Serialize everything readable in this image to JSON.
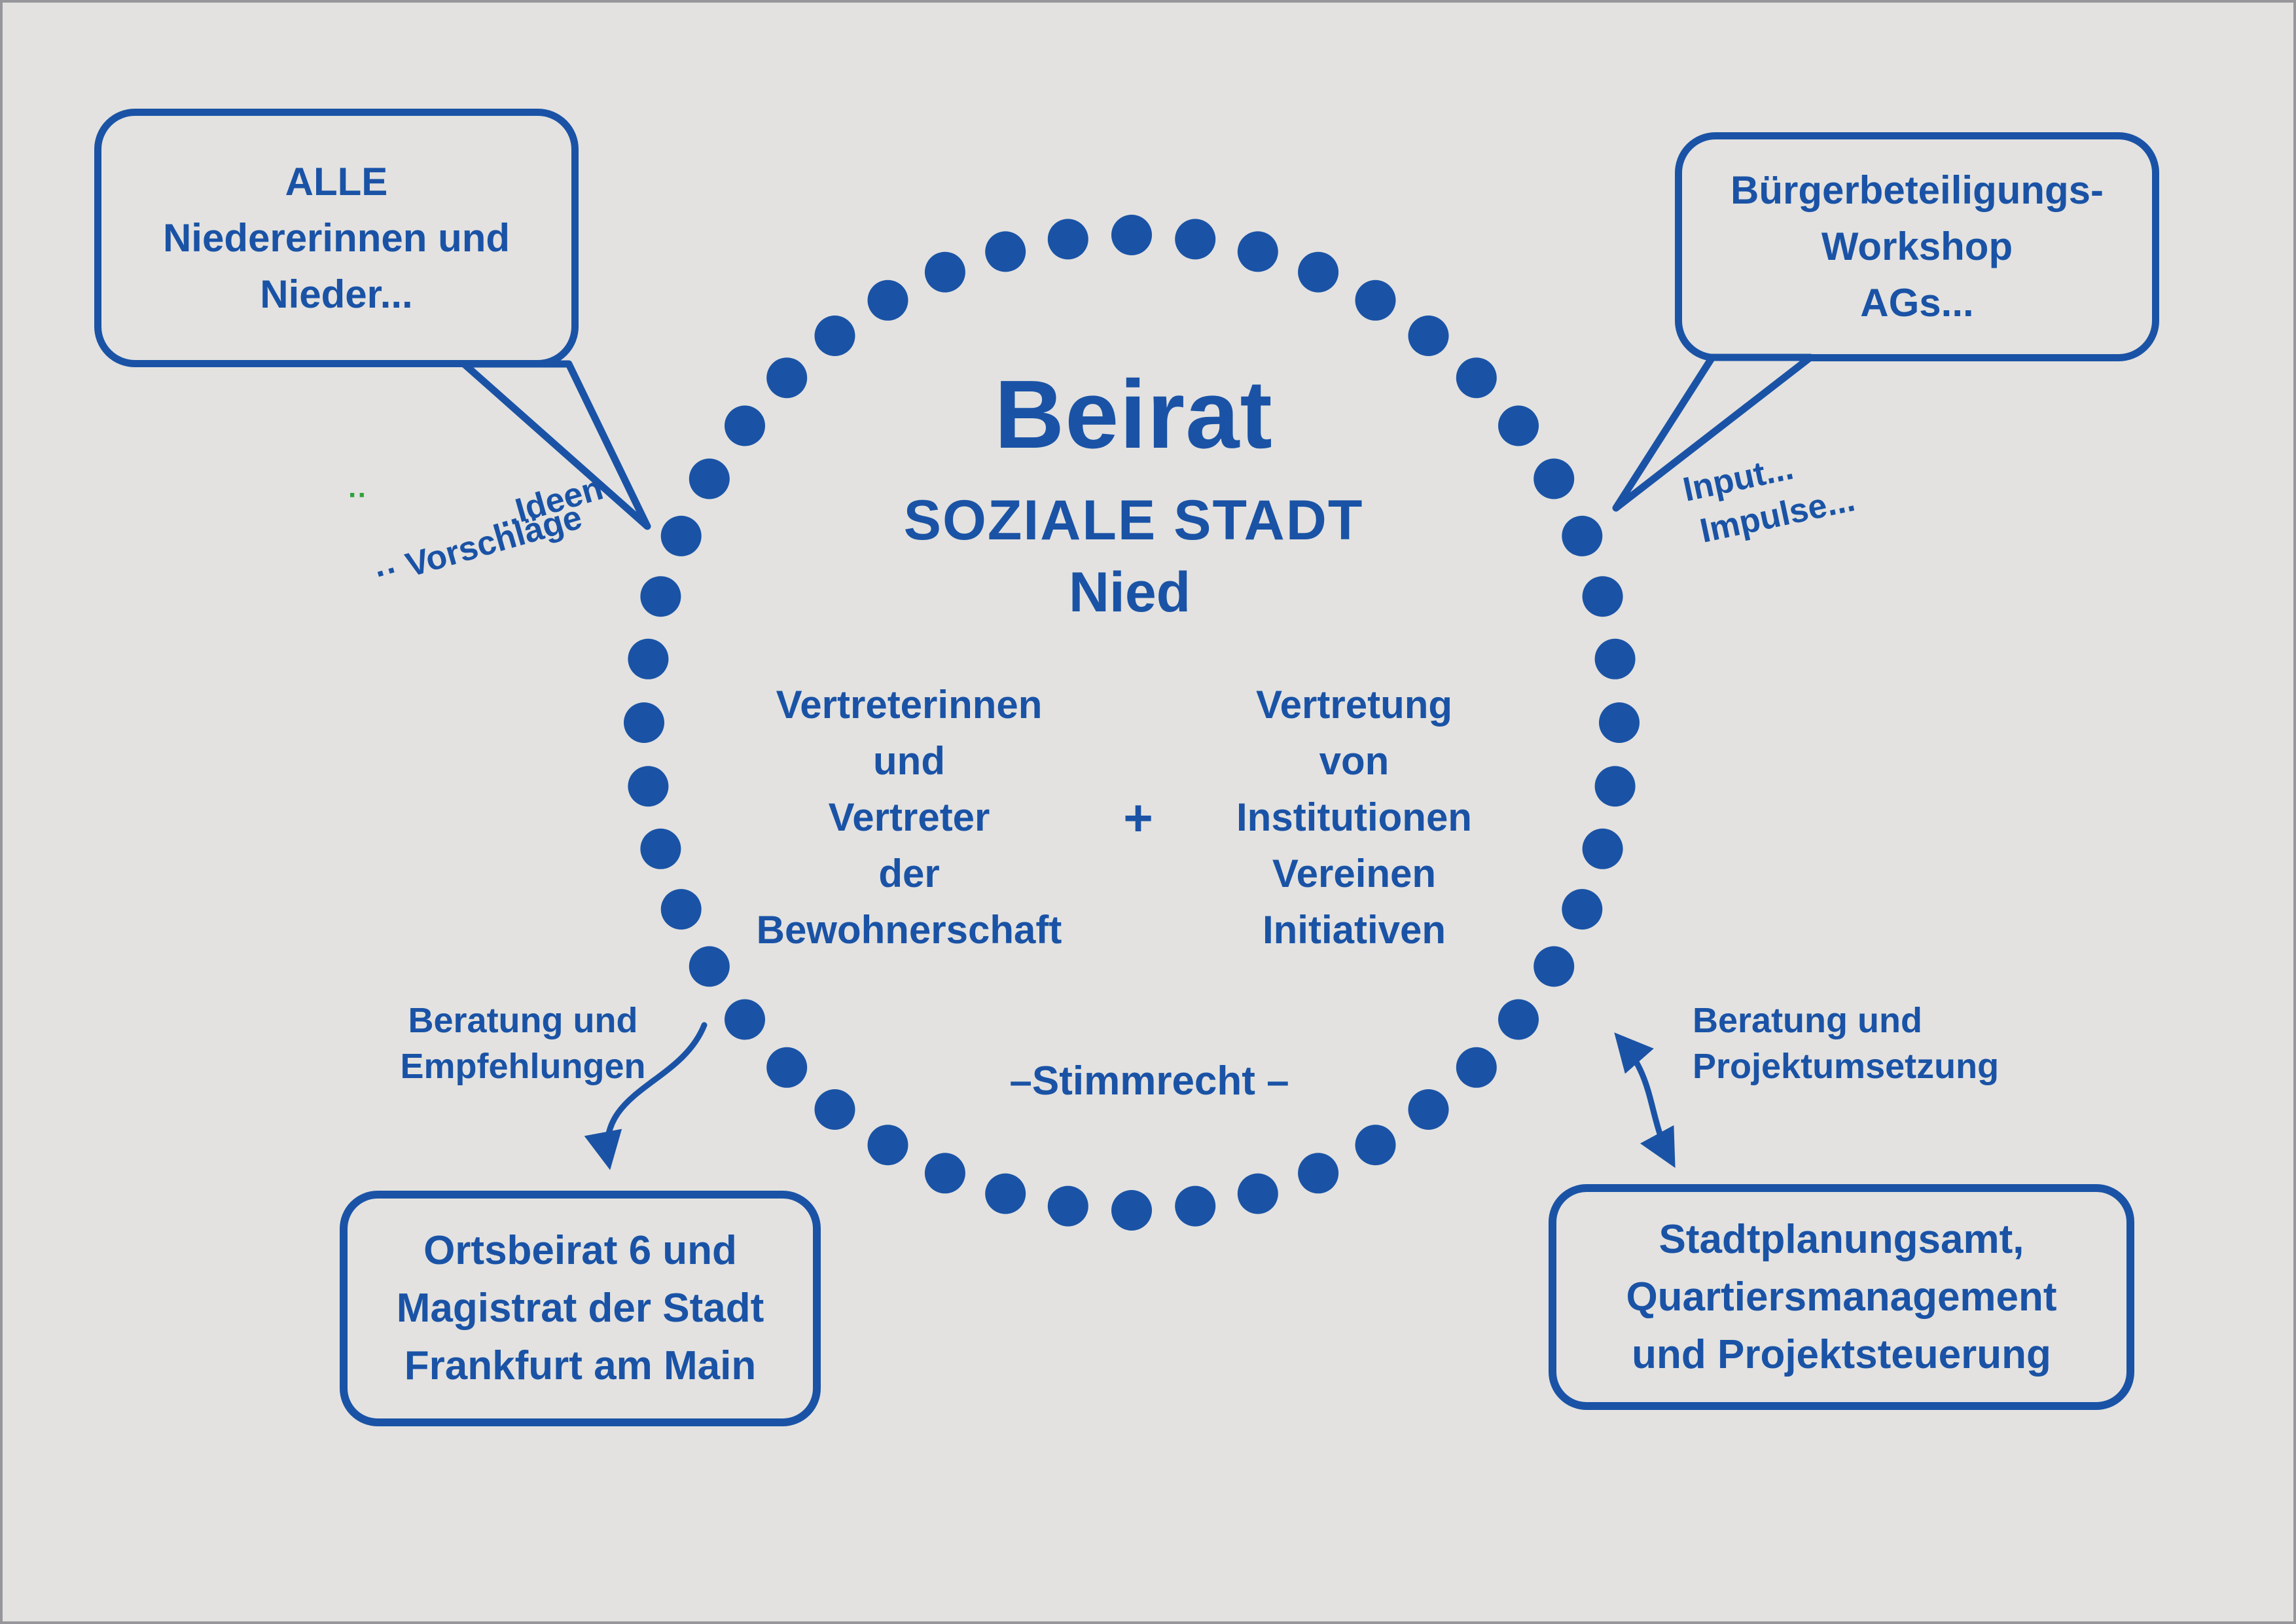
{
  "canvas": {
    "bg": "#e3e2e0",
    "accent": "#1a53a6",
    "green": "#2fa23c"
  },
  "bubble_top_left": {
    "lines": [
      "ALLE",
      "Niedererinnen und",
      "Nieder..."
    ]
  },
  "bubble_top_right": {
    "lines": [
      "Bürgerbeteiligungs-",
      "Workshop",
      "AGs..."
    ]
  },
  "label_ideen": {
    "line1": "...Ideen",
    "line2": "·· Vorschläge",
    "green_marks": "··"
  },
  "label_input": {
    "lines": [
      "Input...",
      "Impulse..."
    ]
  },
  "circle": {
    "title": "Beirat",
    "subtitle": "SOZIALE STADT",
    "subtitle2": "Nied",
    "left_column": [
      "Vertreterinnen",
      "und",
      "Vertreter",
      "der",
      "Bewohnerschaft"
    ],
    "plus": "+",
    "right_column": [
      "Vertretung",
      "von",
      "Institutionen",
      "Vereinen",
      "Initiativen"
    ],
    "bottom": "–Stimmrecht  –"
  },
  "label_beratung_left": {
    "lines": [
      "Beratung und",
      "Empfehlungen"
    ]
  },
  "label_beratung_right": {
    "lines": [
      "Beratung und",
      "Projektumsetzung"
    ]
  },
  "box_bottom_left": {
    "lines": [
      "Ortsbeirat 6 und",
      "Magistrat der Stadt",
      "Frankfurt am Main"
    ]
  },
  "box_bottom_right": {
    "lines": [
      "Stadtplanungsamt,",
      "Quartiersmanagement",
      "und Projektsteuerung"
    ]
  }
}
